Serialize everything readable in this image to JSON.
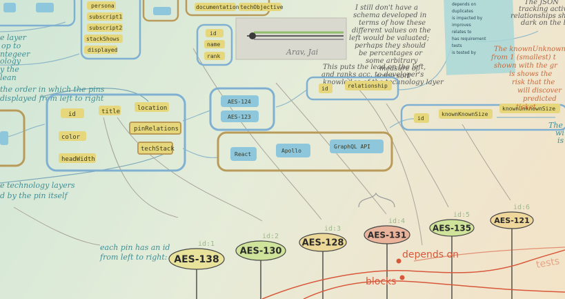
{
  "top_fields": {
    "persona": "persona",
    "subscript1": "subscript1",
    "subscript2": "subscript2",
    "stackShows": "stackShows",
    "displayed": "displayed",
    "documentation": "documentation",
    "techObjective": "techObjective",
    "id": "id",
    "name": "name",
    "rank": "rank"
  },
  "pin_fields": {
    "id": "id",
    "title": "title",
    "location": "location",
    "color": "color",
    "pinRelations": "pinRelations",
    "headWidth": "headWidth",
    "techStack": "techStack"
  },
  "tags": {
    "aes124": "AES-124",
    "aes123": "AES-123",
    "react": "React",
    "apollo": "Apollo",
    "graphql": "GraphQL API"
  },
  "relationship_box": {
    "id": "id",
    "relationship": "relationship"
  },
  "known_box": {
    "id": "id",
    "knownKnownSize": "knownKnownSize",
    "knownUnknownSize": "knownUnknownSize"
  },
  "signature": "Arav, Jai",
  "annotations": {
    "schema_note": [
      "I still don't have a",
      "schema developed in",
      "terms of how these",
      "different values on the",
      "left would be valuated;",
      "perhaps they should",
      "be percentages or",
      "some arbitrary",
      "measure of",
      "some sort"
    ],
    "lead_note": [
      "This puts the lead on the left,",
      "and ranks acc. to developer's",
      "knowledge of the technology layer"
    ],
    "pins_order": [
      "the order in which the pins",
      "displayed from left to right"
    ],
    "tech_layers": [
      "e technology layers",
      "d by the pin itself"
    ],
    "left_top": [
      "e layer",
      "op to",
      "ntegeer"
    ],
    "left_mid": [
      "ology",
      "y the",
      "lean"
    ],
    "pin_id_note": [
      "each pin has an id",
      "from left to right:"
    ],
    "known_note": [
      "The knownUnknownSize",
      "from 1 (smallest) t",
      "shown with the gr",
      "is shows the",
      "risk that the",
      "will discover",
      "predicted",
      "ticket"
    ],
    "tracking_note": [
      "The JSON",
      "tracking active",
      "relationships shown in",
      "dark on the left"
    ],
    "right_edge": [
      "The",
      "wi",
      "is"
    ],
    "sticky": [
      "depends on",
      "duplicates",
      "is impacted by",
      "improves",
      "relates to",
      "has requirement",
      "tests",
      "is tested by"
    ]
  },
  "pins": [
    {
      "id_label": "id:1",
      "name": "AES-138",
      "fill": "#e8e29a"
    },
    {
      "id_label": "id:2",
      "name": "AES-130",
      "fill": "#cfe39a"
    },
    {
      "id_label": "id:3",
      "name": "AES-128",
      "fill": "#ecd898"
    },
    {
      "id_label": "id:4",
      "name": "AES-131",
      "fill": "#eab39c"
    },
    {
      "id_label": "id:5",
      "name": "AES-135",
      "fill": "#cfe39a"
    },
    {
      "id_label": "id:6",
      "name": "AES-121",
      "fill": "#efd69a"
    }
  ],
  "relations": {
    "depends_on": "depends on",
    "blocks": "blocks",
    "tests": "tests"
  },
  "colors": {
    "blue_frame": "#7fb0d2",
    "tan_frame": "#b99a58",
    "field_fill": "#e6d77c",
    "tag_fill": "#8ec6dc",
    "teal_text": "#3f8f95",
    "relation_red": "#d8573a"
  }
}
